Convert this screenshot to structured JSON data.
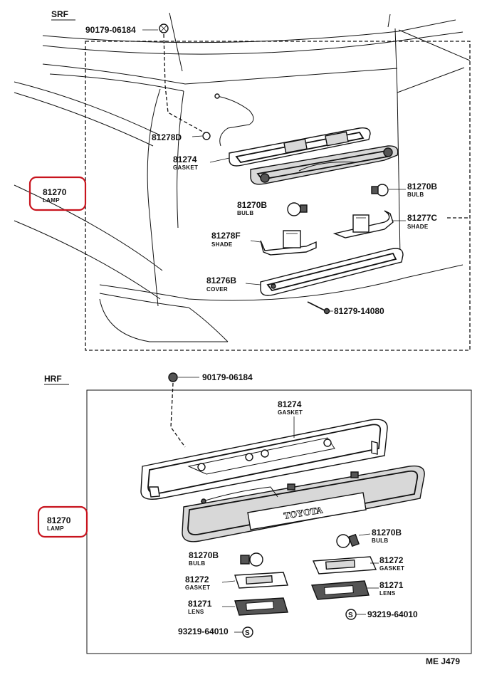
{
  "sections": {
    "srf": {
      "title": "SRF"
    },
    "hrf": {
      "title": "HRF"
    }
  },
  "srf_labels": {
    "screw_top": {
      "num": "90179-06184"
    },
    "p81278d": {
      "num": "81278D"
    },
    "gasket": {
      "num": "81274",
      "desc": "GASKET"
    },
    "lamp": {
      "num": "81270",
      "desc": "LAMP"
    },
    "bulb_left": {
      "num": "81270B",
      "desc": "BULB"
    },
    "bulb_right": {
      "num": "81270B",
      "desc": "BULB"
    },
    "shade_left": {
      "num": "81278F",
      "desc": "SHADE"
    },
    "shade_right": {
      "num": "81277C",
      "desc": "SHADE"
    },
    "cover": {
      "num": "81276B",
      "desc": "COVER"
    },
    "screw_bottom": {
      "num": "81279-14080"
    }
  },
  "hrf_labels": {
    "screw_top": {
      "num": "90179-06184"
    },
    "gasket": {
      "num": "81274",
      "desc": "GASKET"
    },
    "lamp": {
      "num": "81270",
      "desc": "LAMP"
    },
    "bulb_right": {
      "num": "81270B",
      "desc": "BULB"
    },
    "bulb_left": {
      "num": "81270B",
      "desc": "BULB"
    },
    "gasket_left": {
      "num": "81272",
      "desc": "GASKET"
    },
    "gasket_right": {
      "num": "81272",
      "desc": "GASKET"
    },
    "lens_left": {
      "num": "81271",
      "desc": "LENS"
    },
    "lens_right": {
      "num": "81271",
      "desc": "LENS"
    },
    "screw_right": {
      "num": "93219-64010"
    },
    "screw_left": {
      "num": "93219-64010"
    },
    "brand": "TOYOTA"
  },
  "footer": {
    "code": "ME  J479"
  },
  "colors": {
    "highlight": "#c8141e",
    "ink": "#111111"
  },
  "icons": {
    "screw_symbol": "S-in-circle"
  }
}
